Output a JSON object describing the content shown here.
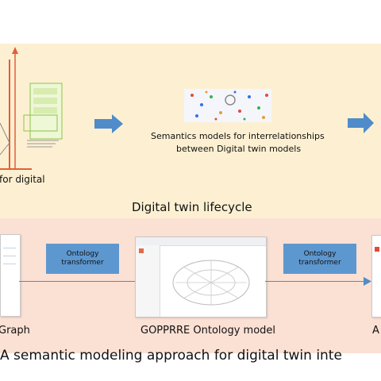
{
  "top": {
    "left_caption": "for digital",
    "semantics_caption_line1": "Semantics models for interrelationships",
    "semantics_caption_line2": "between Digital twin models",
    "lifecycle_title": "Digital twin lifecycle"
  },
  "bottom": {
    "transformer1_line1": "Ontology",
    "transformer1_line2": "transformer",
    "transformer2_line1": "Ontology",
    "transformer2_line2": "transformer",
    "graph_label": "Graph",
    "model_label": "GOPPRRE Ontology model",
    "right_label": "A"
  },
  "footer": {
    "title": "A semantic modeling approach for digital twin inte"
  },
  "colors": {
    "top_bg": "#fdf0d2",
    "bottom_bg": "#fbe0d4",
    "arrow": "#4f8cc9",
    "transformer_box": "#5d97cf"
  }
}
